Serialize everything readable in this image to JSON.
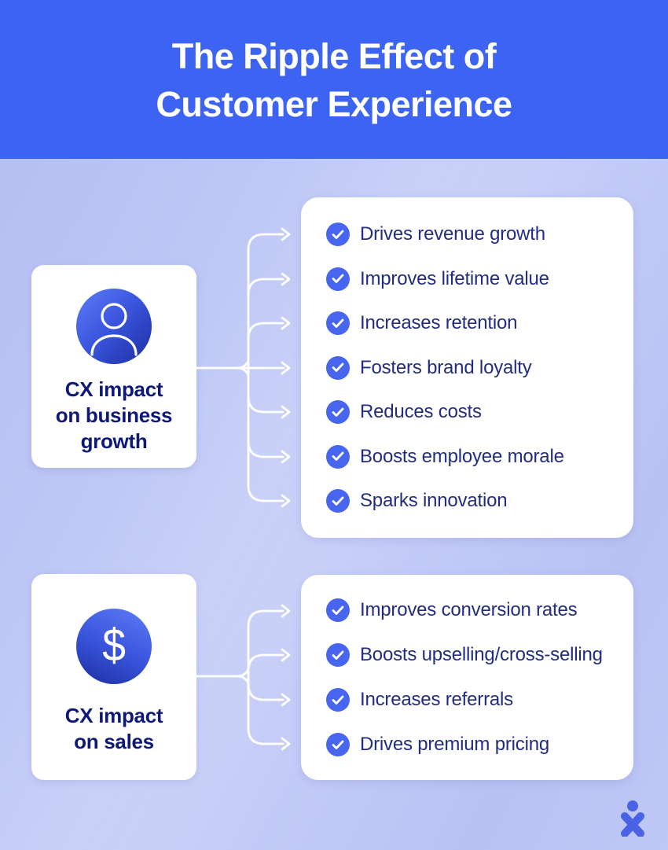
{
  "header": {
    "title_line1": "The Ripple Effect of",
    "title_line2": "Customer Experience"
  },
  "sections": [
    {
      "card": {
        "line1": "CX impact",
        "line2": "on business",
        "line3": "growth",
        "icon": "person-icon"
      },
      "items": [
        "Drives revenue growth",
        "Improves lifetime value",
        "Increases retention",
        "Fosters brand loyalty",
        "Reduces costs",
        "Boosts employee morale",
        "Sparks innovation"
      ]
    },
    {
      "card": {
        "line1": "CX impact",
        "line2": "on sales",
        "icon": "dollar-icon"
      },
      "items": [
        "Improves conversion rates",
        "Boosts upselling/cross-selling",
        "Increases referrals",
        "Drives premium pricing"
      ]
    }
  ],
  "icons": {
    "dollar_glyph": "$"
  },
  "colors": {
    "header_bg": "#3C63F2",
    "background_lavender": "#BEC7F5",
    "accent_blue": "#4765EE",
    "icon_gradient_dark": "#1C2D9F",
    "item_text_navy": "#222D7F",
    "card_text_navy": "#0E1876",
    "connector_white": "#FFFFFF",
    "logo_blue": "#4A63E5"
  }
}
